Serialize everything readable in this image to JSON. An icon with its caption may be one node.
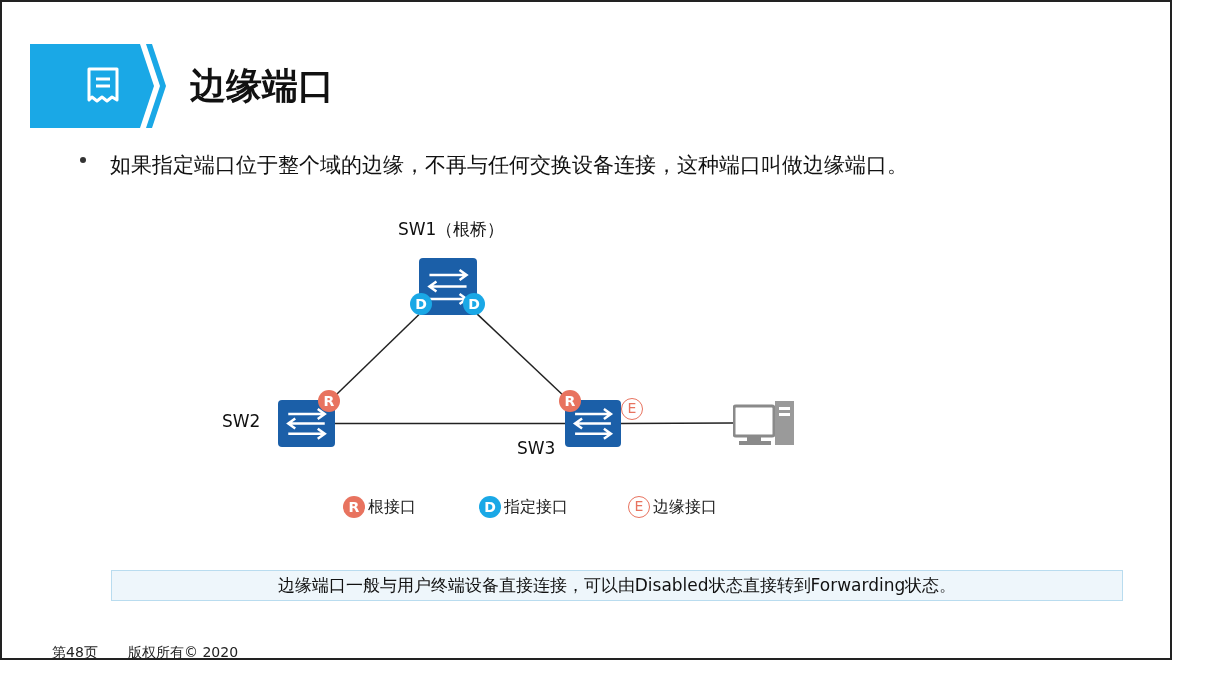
{
  "diagram": {
    "title": "边缘端口",
    "nodes": [
      {
        "text": [],
        "shape": "box",
        "beside": [
          "SW1（根桥）"
        ]
      },
      {
        "text": [],
        "shape": "box",
        "beside": [
          "SW2"
        ]
      },
      {
        "text": [],
        "shape": "box",
        "beside": [
          "SW3"
        ]
      },
      {
        "text": [],
        "shape": "computer"
      },
      {
        "text": [
          "边缘端口一般与用户终端设备直接连接，可以由Disabled状态直接转到Forwarding状态。"
        ]
      }
    ],
    "edges": [
      {
        "from": 0,
        "to": 1,
        "arrow": "none"
      },
      {
        "from": 0,
        "to": 2,
        "arrow": "none"
      },
      {
        "from": 1,
        "to": 2,
        "arrow": "none"
      },
      {
        "from": 2,
        "to": 3,
        "arrow": "none"
      }
    ],
    "labels": [
      "如果指定端口位于整个域的边缘，不再与任何交换设备连接，这种端口叫做边缘端口。",
      "D",
      "D",
      "R",
      "R",
      "E",
      "R",
      "D",
      "E",
      "第48页",
      "版权所有© 2020"
    ],
    "legend": [
      {
        "text": "根接口",
        "color": "#e8735f"
      },
      {
        "text": "指定接口",
        "color": "#1aa8e6"
      },
      {
        "text": "边缘接口",
        "color": "#e8735f"
      }
    ]
  }
}
